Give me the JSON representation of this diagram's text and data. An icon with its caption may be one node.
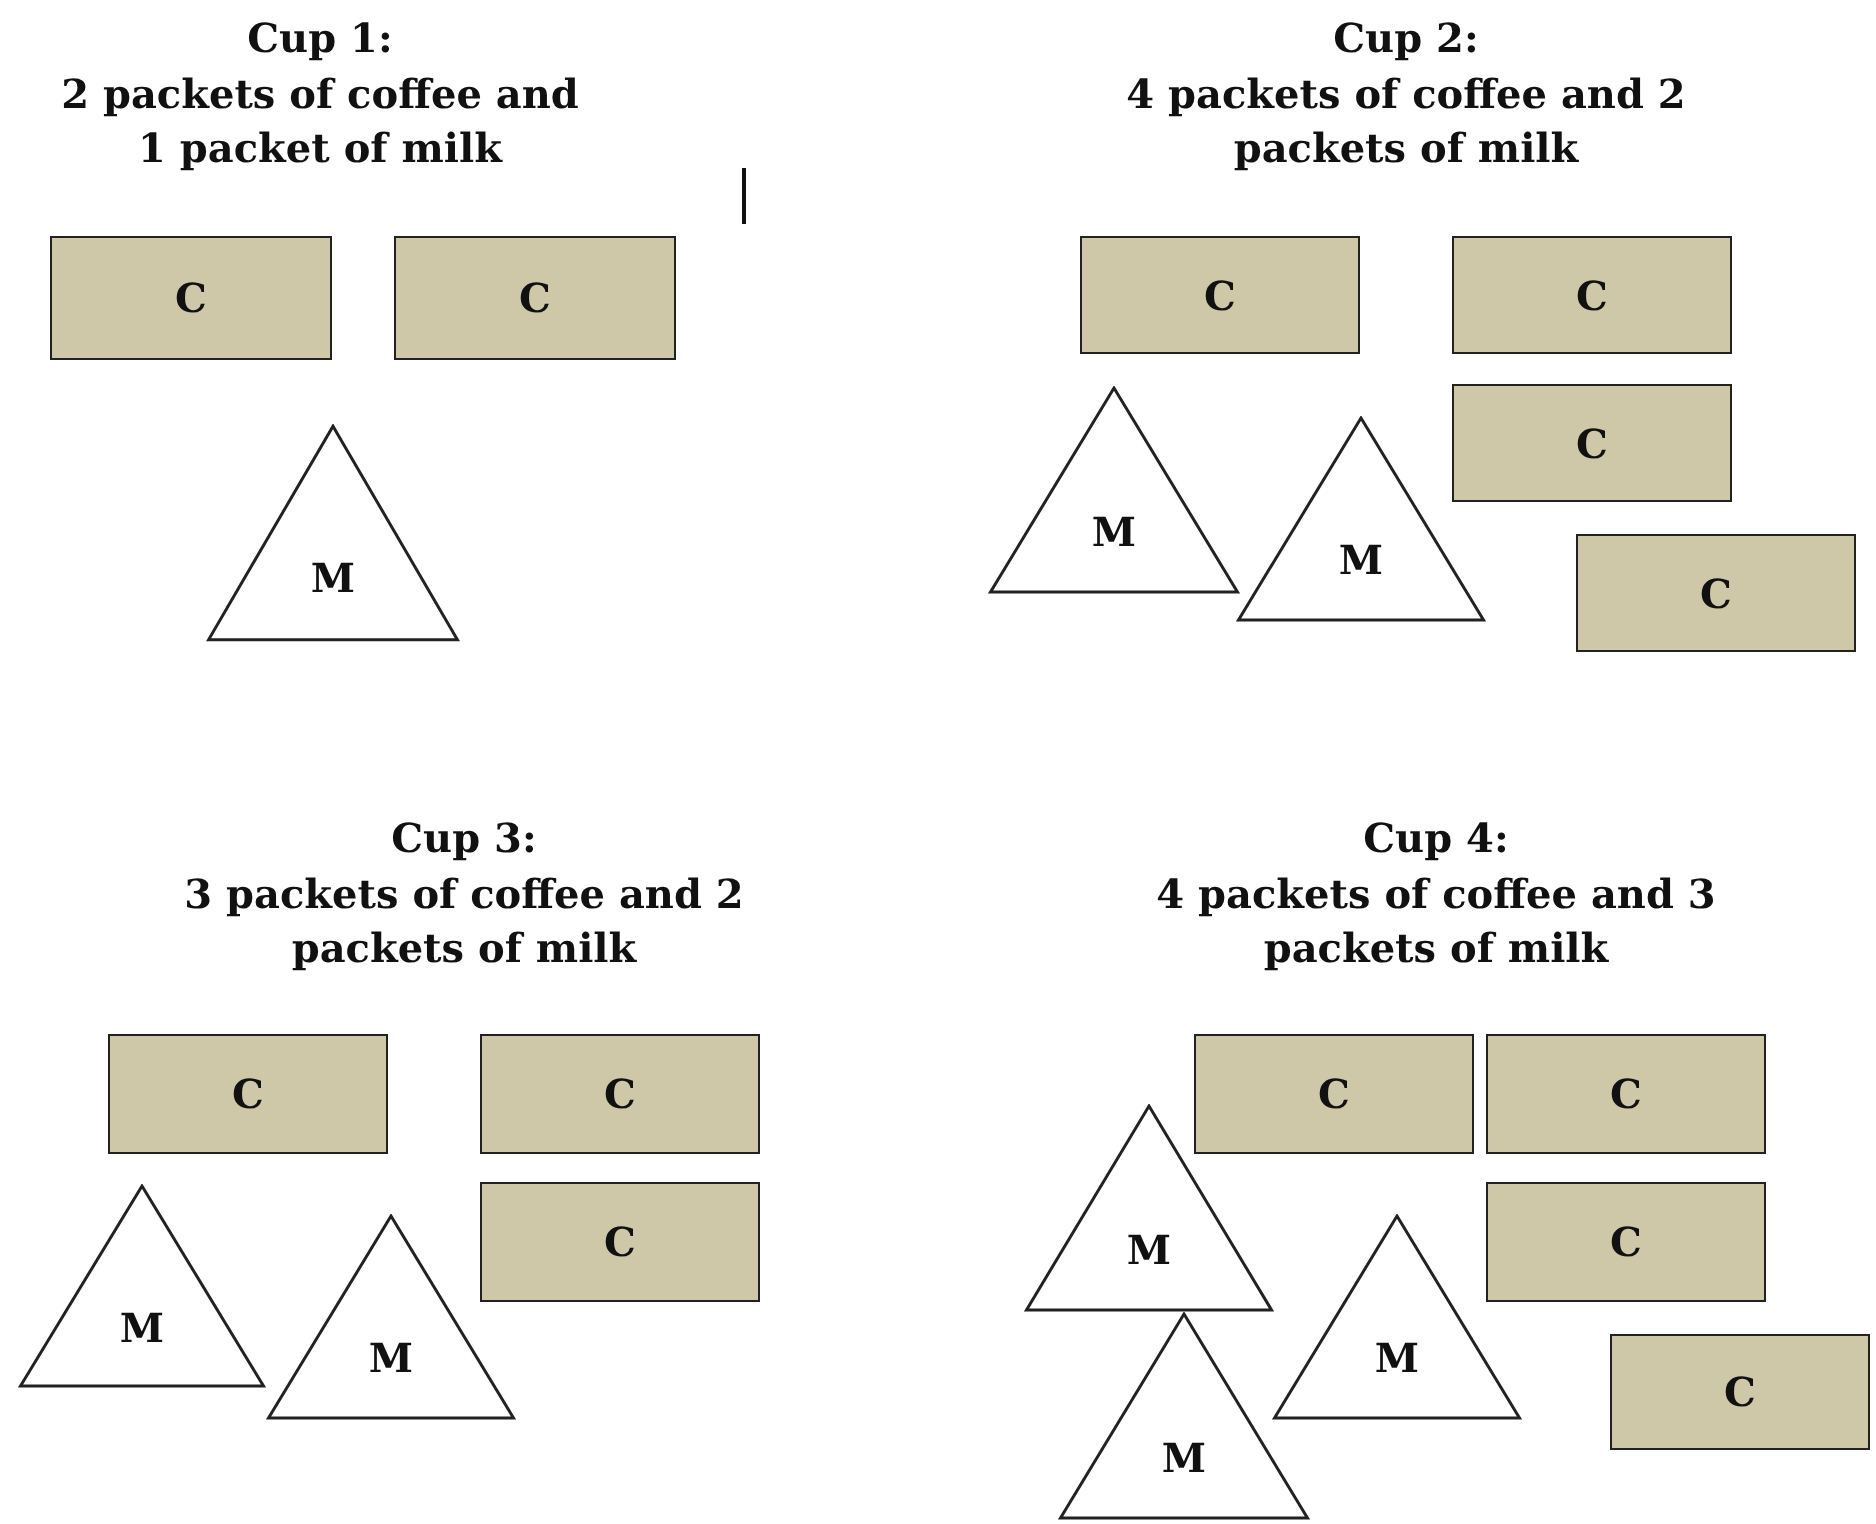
{
  "diagram": {
    "nodes": [
      {
        "text": [
          "C"
        ]
      },
      {
        "text": [
          "C"
        ]
      },
      {
        "text": [
          "M"
        ]
      },
      {
        "text": [
          "C"
        ]
      },
      {
        "text": [
          "C"
        ]
      },
      {
        "text": [
          "C"
        ]
      },
      {
        "text": [
          "M"
        ]
      },
      {
        "text": [
          "M"
        ]
      },
      {
        "text": [
          "C"
        ]
      },
      {
        "text": [
          "C"
        ]
      },
      {
        "text": [
          "C"
        ]
      },
      {
        "text": [
          "C"
        ]
      },
      {
        "text": [
          "M"
        ]
      },
      {
        "text": [
          "M"
        ]
      },
      {
        "text": [
          "C"
        ]
      },
      {
        "text": [
          "C"
        ]
      },
      {
        "text": [
          "C"
        ]
      },
      {
        "text": [
          "M"
        ]
      },
      {
        "text": [
          "M"
        ]
      },
      {
        "text": [
          "C"
        ]
      },
      {
        "text": [
          "M"
        ]
      }
    ],
    "labels": [
      "Cup 1:",
      "2 packets of coffee and 1 packet of milk",
      "Cup 2:",
      "4 packets of coffee and 2 packets of milk",
      "Cup 3:",
      "3 packets of coffee and 2 packets of milk",
      "Cup 4:",
      "4 packets of coffee and 3 packets of milk"
    ]
  }
}
